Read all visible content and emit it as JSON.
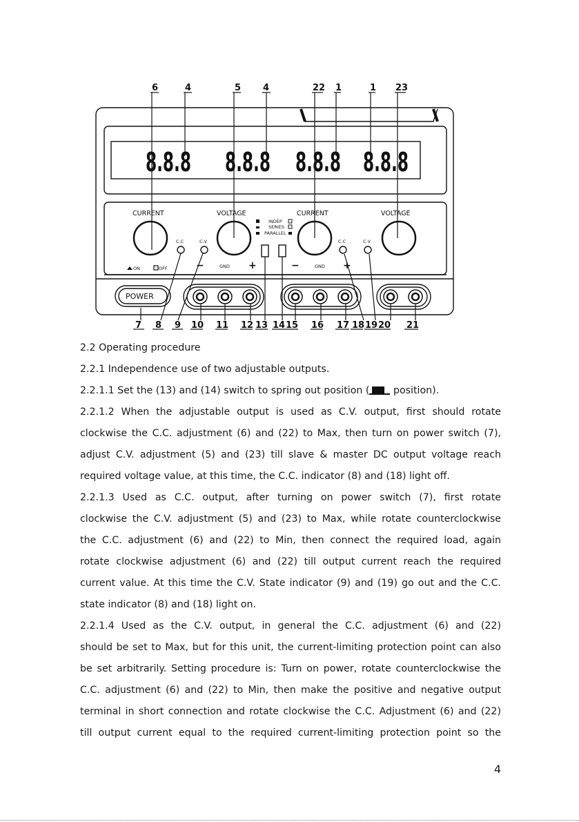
{
  "figure": {
    "callouts_top": [
      "6",
      "4",
      "5",
      "4",
      "22",
      "1",
      "1",
      "23"
    ],
    "callouts_bottom": [
      "7",
      "8",
      "9",
      "10",
      "11",
      "12",
      "13",
      "14",
      "15",
      "16",
      "17",
      "18",
      "19",
      "20",
      "21"
    ],
    "display_digits": [
      "8.8.8",
      "8.8.8",
      "8.8.8",
      "8.8.8"
    ],
    "knob_labels": [
      "CURRENT",
      "VOLTAGE",
      "CURRENT",
      "VOLTAGE"
    ],
    "indicator_labels": [
      "C.C",
      "C.V",
      "C.C",
      "C.V"
    ],
    "mode_labels": [
      "INDEP",
      "SERIES",
      "PARALLEL"
    ],
    "on_label": "ON",
    "off_label": "OFF",
    "power_label": "POWER",
    "gnd_label": "GND",
    "minus_sign": "−",
    "plus_sign": "+"
  },
  "text": {
    "l1": "2.2 Operating procedure",
    "l2": "2.2.1 Independence use of two adjustable outputs.",
    "l3a": "2.2.1.1 Set the (13) and (14) switch to spring out position (",
    "l3b": " position).",
    "l4": "2.2.1.2 When the adjustable output is used as C.V. output, first should rotate",
    "l5": "clockwise the C.C. adjustment (6) and (22) to Max, then turn on power switch (7),",
    "l6": "adjust C.V. adjustment (5) and (23) till slave & master DC output voltage reach",
    "l7": "required voltage value, at this time, the C.C. indicator (8) and (18) light off.",
    "l8": "2.2.1.3 Used as C.C. output, after turning on power switch (7), first rotate",
    "l9": "clockwise the C.V. adjustment (5) and (23) to Max, while rotate counterclockwise",
    "l10": "the C.C. adjustment (6) and (22) to Min, then connect the required load, again",
    "l11": "rotate clockwise adjustment (6) and (22) till output current reach the required",
    "l12": "current value. At this time the C.V. State indicator (9) and (19) go out and the C.C.",
    "l13": "state indicator (8) and (18) light on.",
    "l14": "2.2.1.4 Used as the C.V. output, in general the C.C. adjustment (6) and (22)",
    "l15": "should be set to Max, but for this unit, the current-limiting protection point can also",
    "l16": "be set arbitrarily. Setting procedure is: Turn on power, rotate counterclockwise the",
    "l17": "C.C. adjustment (6) and (22) to Min, then make the positive and negative output",
    "l18": "terminal in short connection and rotate clockwise the C.C. Adjustment (6) and (22)",
    "l19": "till output current equal to the required current-limiting protection point so the"
  },
  "page_number": "4"
}
